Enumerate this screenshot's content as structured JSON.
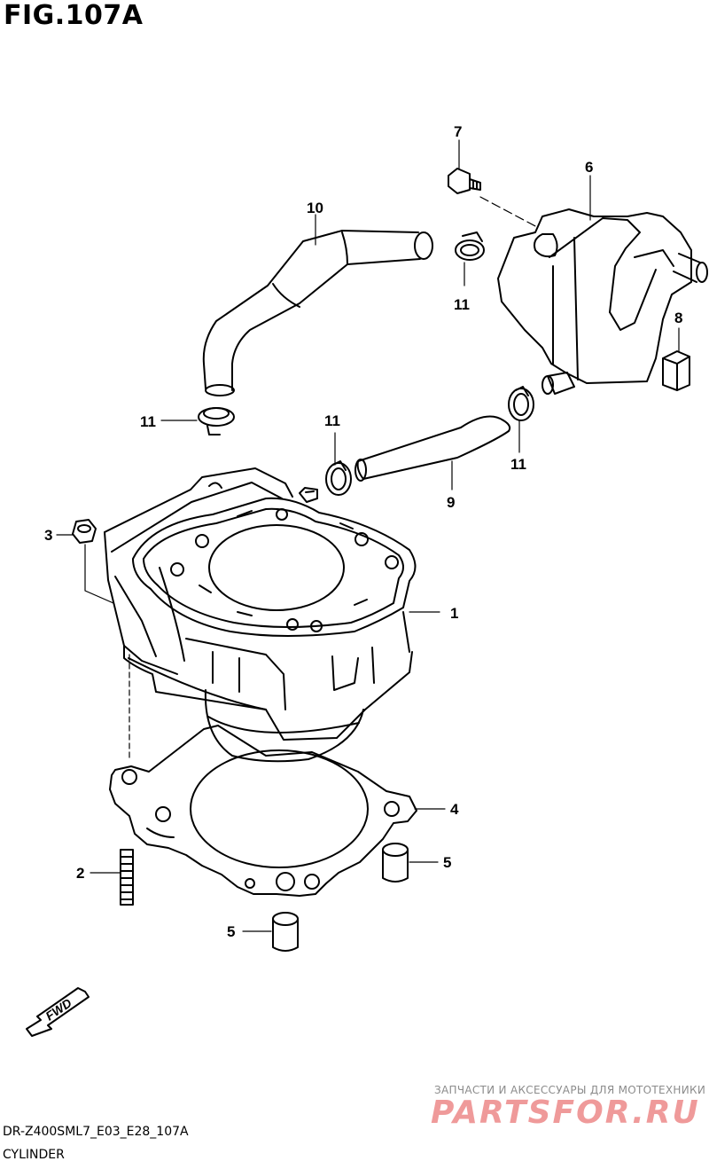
{
  "figure": {
    "title": "FIG.107A",
    "code": "DR-Z400SML7_E03_E28_107A",
    "name": "CYLINDER"
  },
  "callouts": {
    "c1": "1",
    "c2": "2",
    "c3": "3",
    "c4": "4",
    "c5a": "5",
    "c5b": "5",
    "c6": "6",
    "c7": "7",
    "c8": "8",
    "c9": "9",
    "c10": "10",
    "c11_top": "11",
    "c11_left": "11",
    "c11_mid": "11",
    "c11_right": "11"
  },
  "fwd_label": "FWD",
  "watermark": {
    "tagline": "ЗАПЧАСТИ И АКСЕССУАРЫ ДЛЯ МОТОТЕХНИКИ",
    "logo": "PARTSFOR.RU"
  }
}
